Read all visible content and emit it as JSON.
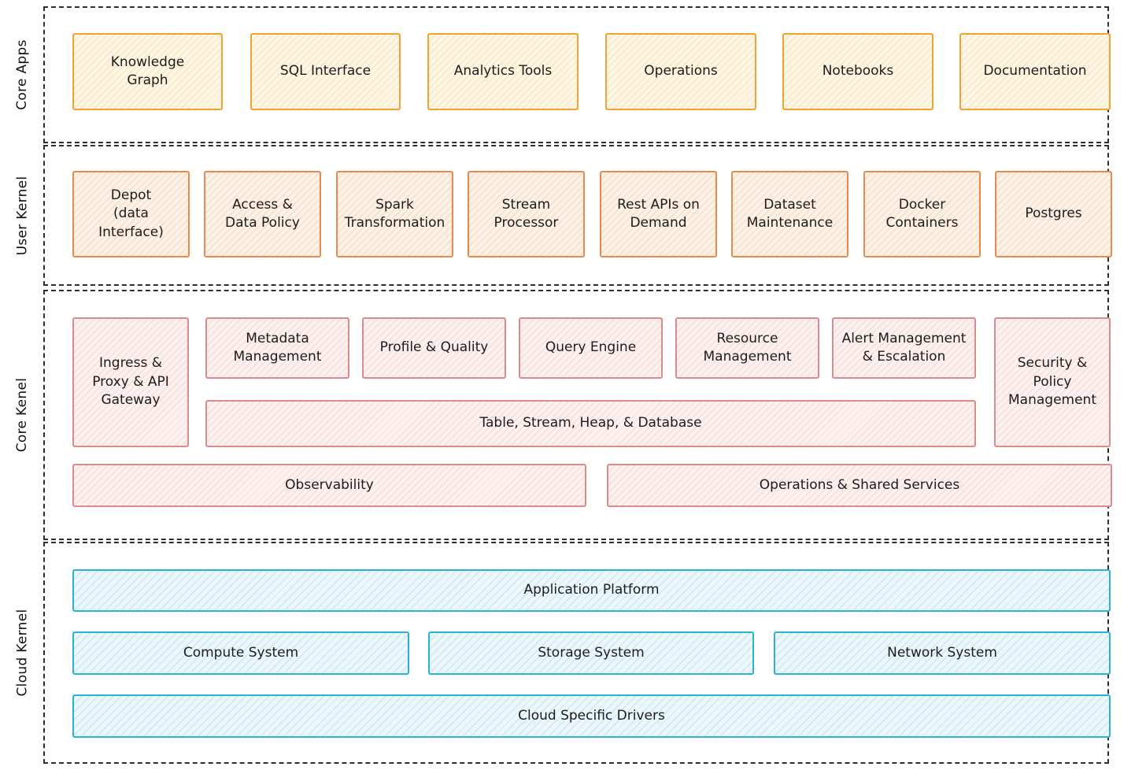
{
  "sections": [
    {
      "label": "Core Apps",
      "boxes": [
        {
          "label": "Knowledge\nGraph"
        },
        {
          "label": "SQL Interface"
        },
        {
          "label": "Analytics Tools"
        },
        {
          "label": "Operations"
        },
        {
          "label": "Notebooks"
        },
        {
          "label": "Documentation"
        }
      ]
    },
    {
      "label": "User Kernel",
      "boxes": [
        {
          "label": "Depot\n(data\nInterface)"
        },
        {
          "label": "Access &\nData Policy"
        },
        {
          "label": "Spark\nTransformation"
        },
        {
          "label": "Stream\nProcessor"
        },
        {
          "label": "Rest APIs on\nDemand"
        },
        {
          "label": "Dataset\nMaintenance"
        },
        {
          "label": "Docker\nContainers"
        },
        {
          "label": "Postgres"
        }
      ]
    },
    {
      "label": "Core Kenel",
      "boxes": [
        {
          "label": "Ingress &\nProxy & API\nGateway"
        },
        {
          "label": "Metadata\nManagement"
        },
        {
          "label": "Profile & Quality"
        },
        {
          "label": "Query Engine"
        },
        {
          "label": "Resource\nManagement"
        },
        {
          "label": "Alert Management\n& Escalation"
        },
        {
          "label": "Security &\nPolicy\nManagement"
        },
        {
          "label": "Table, Stream, Heap, & Database"
        },
        {
          "label": "Observability"
        },
        {
          "label": "Operations & Shared Services"
        }
      ]
    },
    {
      "label": "Cloud Kernel",
      "boxes": [
        {
          "label": "Application Platform"
        },
        {
          "label": "Compute System"
        },
        {
          "label": "Storage System"
        },
        {
          "label": "Network System"
        },
        {
          "label": "Cloud Specific Drivers"
        }
      ]
    }
  ],
  "colors": {
    "core_apps_border": "#f0a232",
    "core_apps_fill": "#fdf6e4",
    "user_kernel_border": "#e78a4e",
    "user_kernel_fill": "#fcf1e7",
    "core_kenel_border": "#da8c8c",
    "core_kenel_fill": "#fdf1f0",
    "cloud_kernel_border": "#27b3d6",
    "cloud_kernel_fill": "#edf7fb",
    "section_outline": "#2e2e2e",
    "text": "#1c1c1c"
  }
}
